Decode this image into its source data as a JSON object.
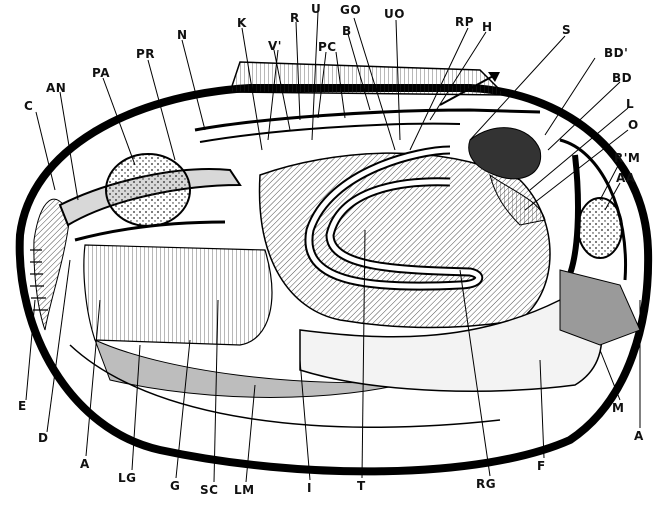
{
  "labels": {
    "AN": "AN",
    "PA": "PA",
    "PR": "PR",
    "N": "N",
    "K": "K",
    "V": "V'",
    "R": "R",
    "U": "U",
    "PC": "PC",
    "GO": "GO",
    "B": "B",
    "UO": "UO",
    "RP": "RP",
    "H": "H",
    "S": "S",
    "BDp": "BD'",
    "BD": "BD",
    "L": "L",
    "O": "O",
    "RM": "R'M",
    "AA": "AA",
    "C": "C",
    "E": "E",
    "D": "D",
    "A_left": "A",
    "LG": "LG",
    "G": "G",
    "SC": "SC",
    "LM": "LM",
    "I": "I",
    "T": "T",
    "RG": "RG",
    "F": "F",
    "M": "M",
    "A_right": "A"
  },
  "colors": {
    "ink": "#111111",
    "paper": "#ffffff",
    "shade": "#9a9a9a"
  }
}
